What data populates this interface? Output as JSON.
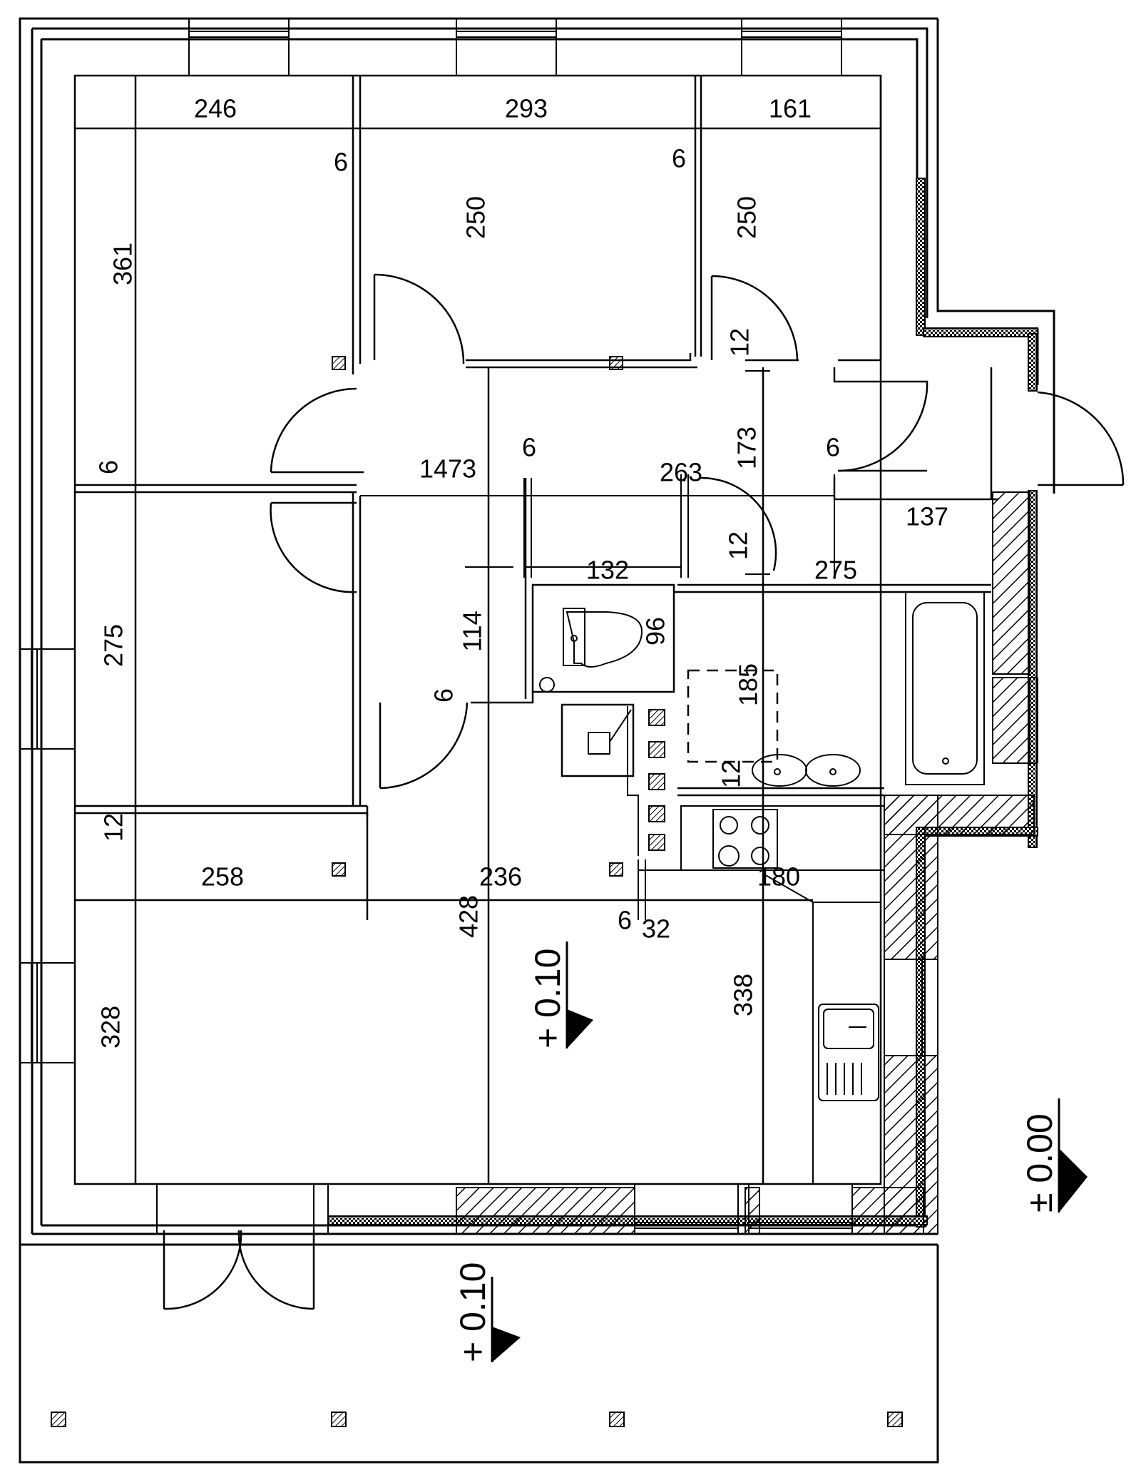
{
  "floor_plan": {
    "dimensions": [
      {
        "text": "246",
        "rot": 0
      },
      {
        "text": "293",
        "rot": 0
      },
      {
        "text": "161",
        "rot": 0
      },
      {
        "text": "6",
        "rot": 0
      },
      {
        "text": "6",
        "rot": 0
      },
      {
        "text": "361",
        "rot": -90
      },
      {
        "text": "250",
        "rot": -90
      },
      {
        "text": "250",
        "rot": -90
      },
      {
        "text": "12",
        "rot": -90
      },
      {
        "text": "6",
        "rot": -90
      },
      {
        "text": "1473",
        "rot": 0
      },
      {
        "text": "6",
        "rot": 0
      },
      {
        "text": "263",
        "rot": 0
      },
      {
        "text": "173",
        "rot": -90
      },
      {
        "text": "6",
        "rot": 0
      },
      {
        "text": "137",
        "rot": 0
      },
      {
        "text": "12",
        "rot": -90
      },
      {
        "text": "132",
        "rot": 0
      },
      {
        "text": "275",
        "rot": 0
      },
      {
        "text": "275",
        "rot": -90
      },
      {
        "text": "114",
        "rot": -90
      },
      {
        "text": "96",
        "rot": -90
      },
      {
        "text": "185",
        "rot": -90
      },
      {
        "text": "6",
        "rot": -90
      },
      {
        "text": "12",
        "rot": -90
      },
      {
        "text": "12",
        "rot": -90
      },
      {
        "text": "258",
        "rot": 0
      },
      {
        "text": "236",
        "rot": 0
      },
      {
        "text": "180",
        "rot": 0
      },
      {
        "text": "6",
        "rot": 0
      },
      {
        "text": "32",
        "rot": 0
      },
      {
        "text": "428",
        "rot": -90
      },
      {
        "text": "338",
        "rot": -90
      },
      {
        "text": "328",
        "rot": -90
      }
    ],
    "levels": [
      {
        "text": "+ 0.10"
      },
      {
        "text": "± 0.00"
      },
      {
        "text": "+ 0.10"
      }
    ]
  }
}
